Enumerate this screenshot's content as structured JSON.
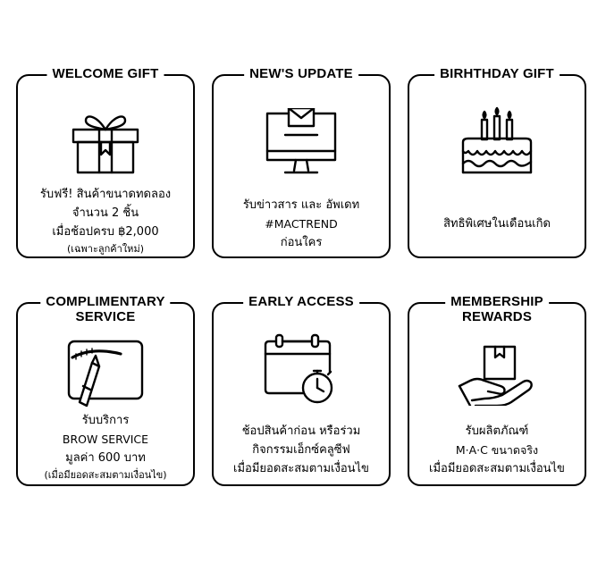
{
  "cards": [
    {
      "title": [
        "WELCOME GIFT"
      ],
      "icon": "gift-box-icon",
      "lines": [
        "รับฟรี! สินค้าขนาดทดลอง",
        "จำนวน 2 ชิ้น",
        "เมื่อช้อปครบ ฿2,000",
        "(เฉพาะลูกค้าใหม่)"
      ]
    },
    {
      "title": [
        "NEW'S UPDATE"
      ],
      "icon": "computer-mail-icon",
      "lines": [
        "รับข่าวสาร และ อัพเดท",
        "#MACTREND",
        "ก่อนใคร"
      ]
    },
    {
      "title": [
        "BIRHTHDAY GIFT"
      ],
      "icon": "birthday-cake-icon",
      "lines": [
        "สิทธิพิเศษในเดือนเกิด"
      ]
    },
    {
      "title": [
        "COMPLIMENTARY",
        "SERVICE"
      ],
      "icon": "brow-pencil-icon",
      "lines": [
        "รับบริการ",
        "BROW SERVICE",
        "มูลค่า 600 บาท",
        "(เมื่อมียอดสะสมตามเงื่อนไข)"
      ]
    },
    {
      "title": [
        "EARLY ACCESS"
      ],
      "icon": "calendar-clock-icon",
      "lines": [
        "ช้อปสินค้าก่อน หรือร่วม",
        "กิจกรรมเอ็กซ์คลูซีฟ",
        "เมื่อมียอดสะสมตามเงื่อนไข"
      ]
    },
    {
      "title": [
        "MEMBERSHIP",
        "REWARDS"
      ],
      "icon": "hand-gift-box-icon",
      "lines": [
        "รับผลิตภัณฑ์",
        "M·A·C ขนาดจริง",
        "เมื่อมียอดสะสมตามเงื่อนไข"
      ]
    }
  ]
}
